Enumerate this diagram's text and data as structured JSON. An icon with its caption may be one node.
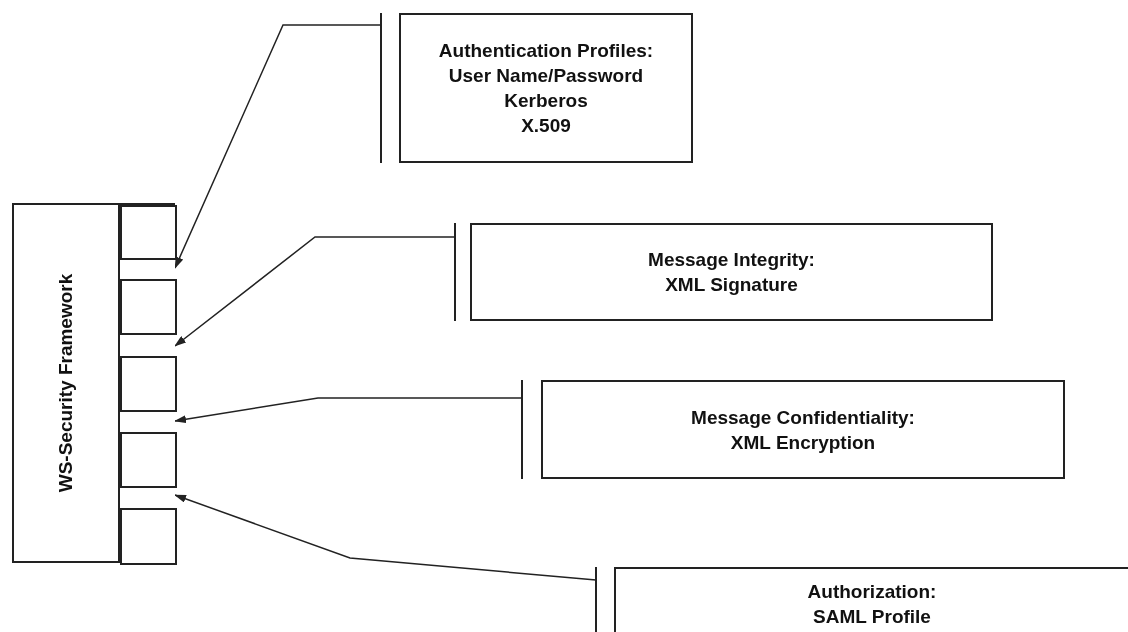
{
  "diagram": {
    "nodes": [
      {
        "text": [
          "WS-Security Framework"
        ]
      },
      {
        "text": [],
        "shape": "box",
        "in": 0
      },
      {
        "text": [],
        "shape": "box",
        "in": 0
      },
      {
        "text": [],
        "shape": "box",
        "in": 0
      },
      {
        "text": [],
        "shape": "box",
        "in": 0
      },
      {
        "text": [],
        "shape": "box",
        "in": 0
      },
      {
        "text": [
          "Authentication Profiles:",
          "User Name/Password",
          "Kerberos",
          "X.509"
        ]
      },
      {
        "text": [
          "Message Integrity:",
          "XML Signature"
        ]
      },
      {
        "text": [
          "Message Confidentiality:",
          "XML Encryption"
        ]
      },
      {
        "text": [
          "Authorization:",
          "SAML Profile"
        ]
      }
    ],
    "edges": [
      {
        "from": 6,
        "to": 0,
        "arrow": "to"
      },
      {
        "from": 7,
        "to": 0,
        "arrow": "to"
      },
      {
        "from": 8,
        "to": 0,
        "arrow": "to"
      },
      {
        "from": 9,
        "to": 0,
        "arrow": "to"
      }
    ]
  }
}
